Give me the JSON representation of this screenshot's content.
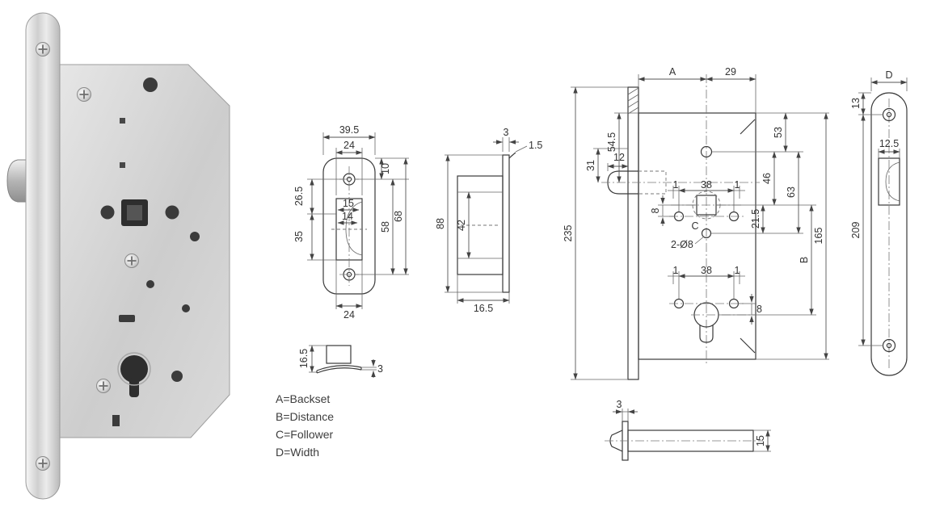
{
  "legend": {
    "line1": "A=Backset",
    "line2": "B=Distance",
    "line3": "C=Follower",
    "line4": "D=Width"
  },
  "strike_front": {
    "w_outer": "39.5",
    "w_inner_top": "24",
    "h_26_5": "26.5",
    "h_35": "35",
    "d_15": "15",
    "d_14": "14",
    "d_10": "10",
    "d_58": "58",
    "d_68": "68",
    "w_bottom": "24"
  },
  "strike_side": {
    "d_3": "3",
    "d_1_5": "1.5",
    "d_88": "88",
    "d_42": "42",
    "d_16_5": "16.5"
  },
  "dust_box": {
    "d_16_5": "16.5",
    "d_3": "3"
  },
  "lock_body": {
    "d_A": "A",
    "d_29": "29",
    "d_54_5": "54.5",
    "d_12": "12",
    "d_31": "31",
    "d_235": "235",
    "d_8_left": "8",
    "d_1_l_top": "1",
    "d_38_top": "38",
    "d_1_r_top": "1",
    "d_53": "53",
    "d_63": "63",
    "d_46": "46",
    "d_21_5": "21.5",
    "d_165": "165",
    "d_B": "B",
    "holes_note": "2-Ø8",
    "follower_mark": "C",
    "d_1_l_bot": "1",
    "d_38_bot": "38",
    "d_1_r_bot": "1",
    "d_8_bottom": "8"
  },
  "faceplate_front": {
    "d_13": "13",
    "d_D": "D",
    "d_12_5": "12.5",
    "d_209": "209"
  },
  "latch_side": {
    "d_3": "3",
    "d_15": "15"
  }
}
